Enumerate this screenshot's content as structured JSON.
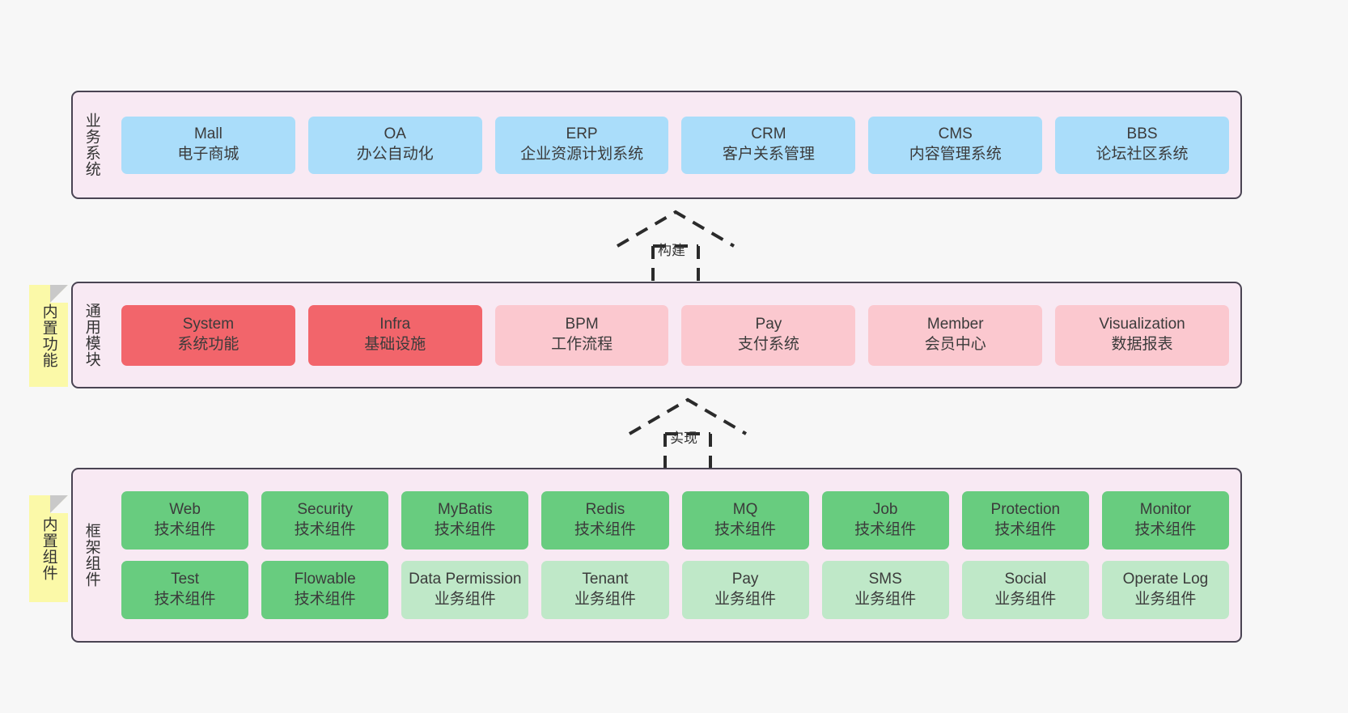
{
  "canvas": {
    "background": "#f7f7f7",
    "layer_fill": "#f8e9f3",
    "layer_border": "#4a4453",
    "note_fill": "#fbf9a8",
    "colors": {
      "blue": "#aaddfa",
      "red": "#f2656b",
      "pink": "#fbc8cf",
      "green": "#68cc7f",
      "green_light": "#bfe8c8"
    }
  },
  "notes": [
    {
      "text": "内置功能"
    },
    {
      "text": "内置组件"
    }
  ],
  "connectors": [
    {
      "label": "构建",
      "style": "dashed-generalization",
      "direction": "up"
    },
    {
      "label": "实现",
      "style": "dashed-generalization",
      "direction": "up"
    }
  ],
  "layers": [
    {
      "id": "business",
      "label": "业务系统",
      "rows": [
        {
          "cards": [
            {
              "en": "Mall",
              "cn": "电子商城",
              "color": "blue"
            },
            {
              "en": "OA",
              "cn": "办公自动化",
              "color": "blue"
            },
            {
              "en": "ERP",
              "cn": "企业资源计划系统",
              "color": "blue"
            },
            {
              "en": "CRM",
              "cn": "客户关系管理",
              "color": "blue"
            },
            {
              "en": "CMS",
              "cn": "内容管理系统",
              "color": "blue"
            },
            {
              "en": "BBS",
              "cn": "论坛社区系统",
              "color": "blue"
            }
          ]
        }
      ]
    },
    {
      "id": "common",
      "label": "通用模块",
      "rows": [
        {
          "cards": [
            {
              "en": "System",
              "cn": "系统功能",
              "color": "red"
            },
            {
              "en": "Infra",
              "cn": "基础设施",
              "color": "red"
            },
            {
              "en": "BPM",
              "cn": "工作流程",
              "color": "pink"
            },
            {
              "en": "Pay",
              "cn": "支付系统",
              "color": "pink"
            },
            {
              "en": "Member",
              "cn": "会员中心",
              "color": "pink"
            },
            {
              "en": "Visualization",
              "cn": "数据报表",
              "color": "pink"
            }
          ]
        }
      ]
    },
    {
      "id": "framework",
      "label": "框架组件",
      "rows": [
        {
          "cards": [
            {
              "en": "Web",
              "cn": "技术组件",
              "color": "green"
            },
            {
              "en": "Security",
              "cn": "技术组件",
              "color": "green"
            },
            {
              "en": "MyBatis",
              "cn": "技术组件",
              "color": "green"
            },
            {
              "en": "Redis",
              "cn": "技术组件",
              "color": "green"
            },
            {
              "en": "MQ",
              "cn": "技术组件",
              "color": "green"
            },
            {
              "en": "Job",
              "cn": "技术组件",
              "color": "green"
            },
            {
              "en": "Protection",
              "cn": "技术组件",
              "color": "green"
            },
            {
              "en": "Monitor",
              "cn": "技术组件",
              "color": "green"
            }
          ]
        },
        {
          "cards": [
            {
              "en": "Test",
              "cn": "技术组件",
              "color": "green"
            },
            {
              "en": "Flowable",
              "cn": "技术组件",
              "color": "green"
            },
            {
              "en": "Data Permission",
              "cn": "业务组件",
              "color": "green_light"
            },
            {
              "en": "Tenant",
              "cn": "业务组件",
              "color": "green_light"
            },
            {
              "en": "Pay",
              "cn": "业务组件",
              "color": "green_light"
            },
            {
              "en": "SMS",
              "cn": "业务组件",
              "color": "green_light"
            },
            {
              "en": "Social",
              "cn": "业务组件",
              "color": "green_light"
            },
            {
              "en": "Operate Log",
              "cn": "业务组件",
              "color": "green_light"
            }
          ]
        }
      ]
    }
  ]
}
